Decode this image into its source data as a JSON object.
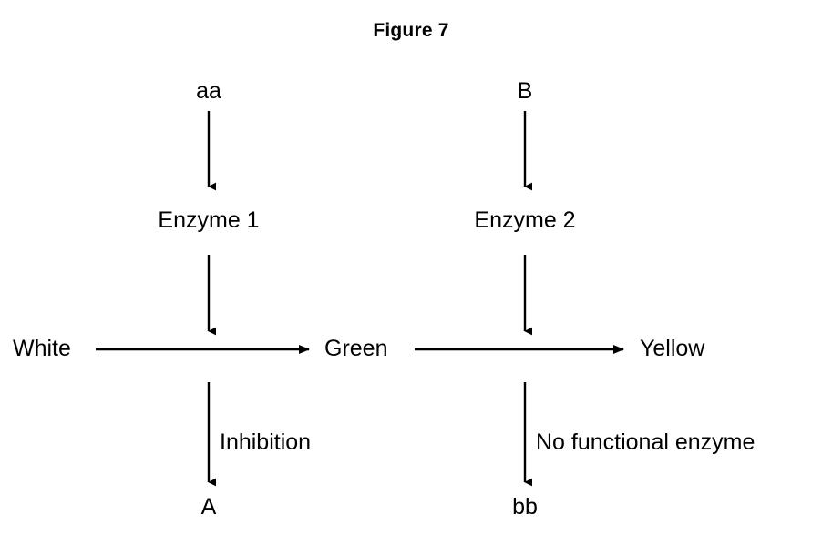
{
  "figure": {
    "title": "Figure 7",
    "background_color": "#ffffff",
    "line_color": "#000000"
  },
  "nodes": {
    "allele_a_top": "aa",
    "allele_b_top": "B",
    "enzyme_1": "Enzyme 1",
    "enzyme_2": "Enzyme 2",
    "substrate_white": "White",
    "intermediate_green": "Green",
    "product_yellow": "Yellow",
    "allele_a_bottom": "A",
    "allele_b_bottom": "bb"
  },
  "annotations": {
    "inhibition": "Inhibition",
    "no_functional_enzyme": "No functional enzyme"
  },
  "arrows": [
    {
      "name": "aa-to-enzyme-1",
      "direction": "down",
      "from": "aa",
      "to": "Enzyme 1"
    },
    {
      "name": "enzyme-1-to-pathway",
      "direction": "down",
      "from": "Enzyme 1",
      "to": "White to Green conversion"
    },
    {
      "name": "white-to-green",
      "direction": "right",
      "from": "White",
      "to": "Green"
    },
    {
      "name": "a-to-pathway",
      "direction": "up",
      "from": "A",
      "to": "White to Green conversion"
    },
    {
      "name": "b-to-enzyme-2",
      "direction": "down",
      "from": "B",
      "to": "Enzyme 2"
    },
    {
      "name": "enzyme-2-to-pathway",
      "direction": "down",
      "from": "Enzyme 2",
      "to": "Green to Yellow conversion"
    },
    {
      "name": "green-to-yellow",
      "direction": "right",
      "from": "Green",
      "to": "Yellow"
    },
    {
      "name": "bb-to-pathway",
      "direction": "up",
      "from": "bb",
      "to": "Green to Yellow conversion"
    }
  ]
}
